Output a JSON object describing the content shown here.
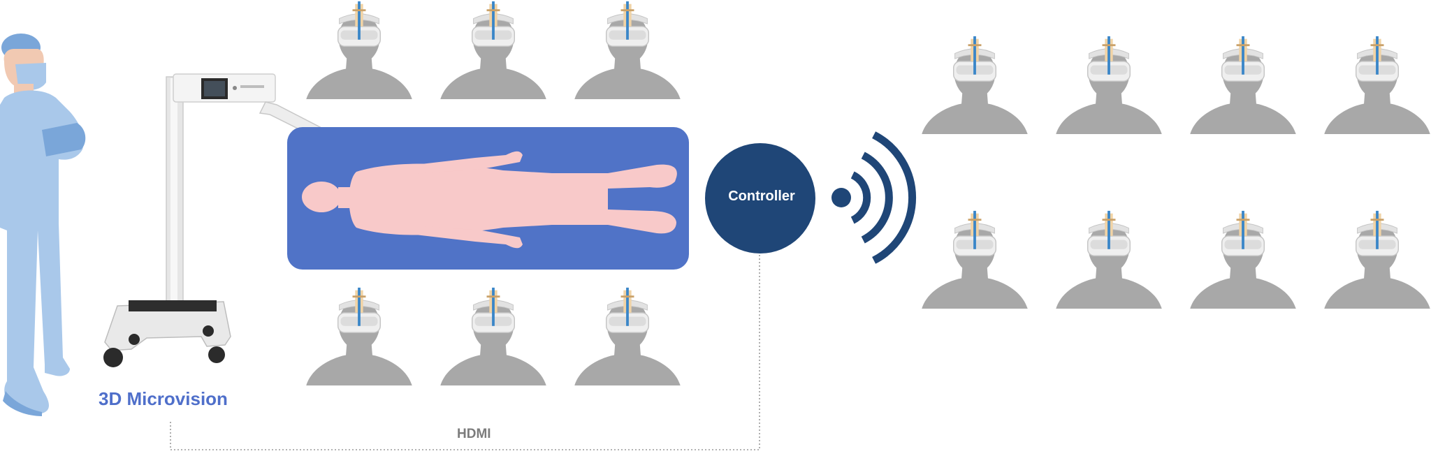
{
  "device": {
    "label": "3D Microvision"
  },
  "connection": {
    "label": "HDMI"
  },
  "controller": {
    "label": "Controller"
  },
  "colors": {
    "table": "#5073c7",
    "patient": "#f8c9c9",
    "controller": "#1f4677",
    "wireless": "#1f4677",
    "surgeon": "#a9c8ea",
    "surgeon_dark": "#7aa6d9",
    "viewer_bust": "#a8a8a8",
    "device_accent": "#4f6fca"
  },
  "icons": {
    "surgeon": "surgeon-figure",
    "microscope": "microscope-cart",
    "patient": "patient-silhouette",
    "wireless": "wireless-signal-icon",
    "viewer": "vr-headset-viewer"
  },
  "viewer_groups": {
    "near_table_count": 6,
    "remote_count": 8
  }
}
